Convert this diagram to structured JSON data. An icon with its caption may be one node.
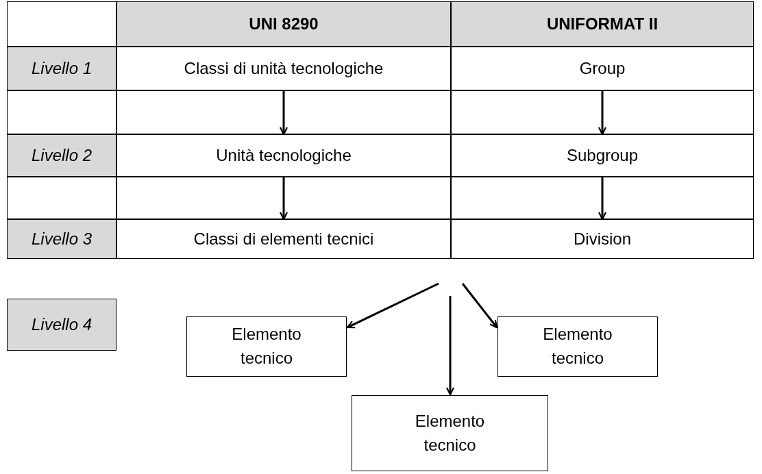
{
  "diagram": {
    "nodes": [
      {
        "text": [
          "UNI 8290"
        ]
      },
      {
        "text": [
          "UNIFORMAT II"
        ]
      },
      {
        "text": [
          "Livello 1"
        ]
      },
      {
        "text": [
          "Classi di unità tecnologiche"
        ]
      },
      {
        "text": [
          "Group"
        ]
      },
      {
        "text": [
          "Livello 2"
        ]
      },
      {
        "text": [
          "Unità tecnologiche"
        ]
      },
      {
        "text": [
          "Subgroup"
        ]
      },
      {
        "text": [
          "Livello 3"
        ]
      },
      {
        "text": [
          "Classi di elementi tecnici"
        ]
      },
      {
        "text": [
          "Division"
        ]
      },
      {
        "text": [
          "Livello 4"
        ]
      },
      {
        "text": [
          "Elemento tecnico"
        ]
      },
      {
        "text": [
          "Elemento tecnico"
        ]
      },
      {
        "text": [
          "Elemento tecnico"
        ]
      }
    ],
    "edges": [
      {
        "from": 3,
        "to": 6,
        "arrow": "to"
      },
      {
        "from": 4,
        "to": 7,
        "arrow": "to"
      },
      {
        "from": 6,
        "to": 9,
        "arrow": "to"
      },
      {
        "from": 7,
        "to": 10,
        "arrow": "to"
      },
      {
        "from": null,
        "to": 12,
        "arrow": "to"
      },
      {
        "from": null,
        "to": 14,
        "arrow": "to"
      },
      {
        "from": null,
        "to": 13,
        "arrow": "to"
      }
    ]
  }
}
